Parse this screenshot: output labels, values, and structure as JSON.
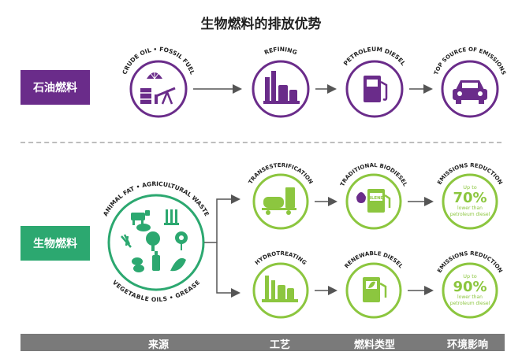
{
  "title": "生物燃料的排放优势",
  "rows": {
    "fossil_label": "石油燃料",
    "bio_label": "生物燃料"
  },
  "fossil": {
    "source": "CRUDE OIL • FOSSIL FUEL",
    "process": "REFINING",
    "fuel": "PETROLEUM DIESEL",
    "emissions": "TOP SOURCE OF EMISSIONS"
  },
  "bio": {
    "source_top": "ANIMAL FAT • AGRICULTURAL WASTE",
    "source_bottom": "VEGETABLE OILS • GREASE",
    "path1": {
      "process": "TRANSESTERIFICATION",
      "fuel": "TRADITIONAL BIODIESEL",
      "fuel_tag": "BLEND",
      "emissions": "EMISSIONS REDUCTION",
      "upto": "Up to",
      "pct": "70%",
      "note1": "lower than",
      "note2": "petroleum diesel"
    },
    "path2": {
      "process": "HYDROTREATING",
      "fuel": "RENEWABLE DIESEL",
      "emissions": "EMISSIONS REDUCTION",
      "upto": "Up to",
      "pct": "90%",
      "note1": "lower than",
      "note2": "petroleum diesel"
    }
  },
  "bottom_bar": {
    "source": "来源",
    "process": "工艺",
    "fuel_type": "燃料类型",
    "impact": "环境影响"
  },
  "colors": {
    "purple": "#6a2c8a",
    "green": "#8cc63f",
    "teal": "#2ca870",
    "dark_green": "#1f7a3a",
    "gray_bar": "#7a7a7a",
    "arrow": "#555555"
  },
  "icons": [
    "shell-logo-icon",
    "oil-barrel-icon",
    "pumpjack-icon",
    "refinery-icon",
    "fuel-pump-icon",
    "car-icon",
    "cow-icon",
    "pig-icon",
    "crops-icon",
    "tree-icon",
    "flower-icon",
    "bottle-icon",
    "bean-icon",
    "tank-truck-icon",
    "blend-pump-icon",
    "leaf-pump-icon"
  ]
}
